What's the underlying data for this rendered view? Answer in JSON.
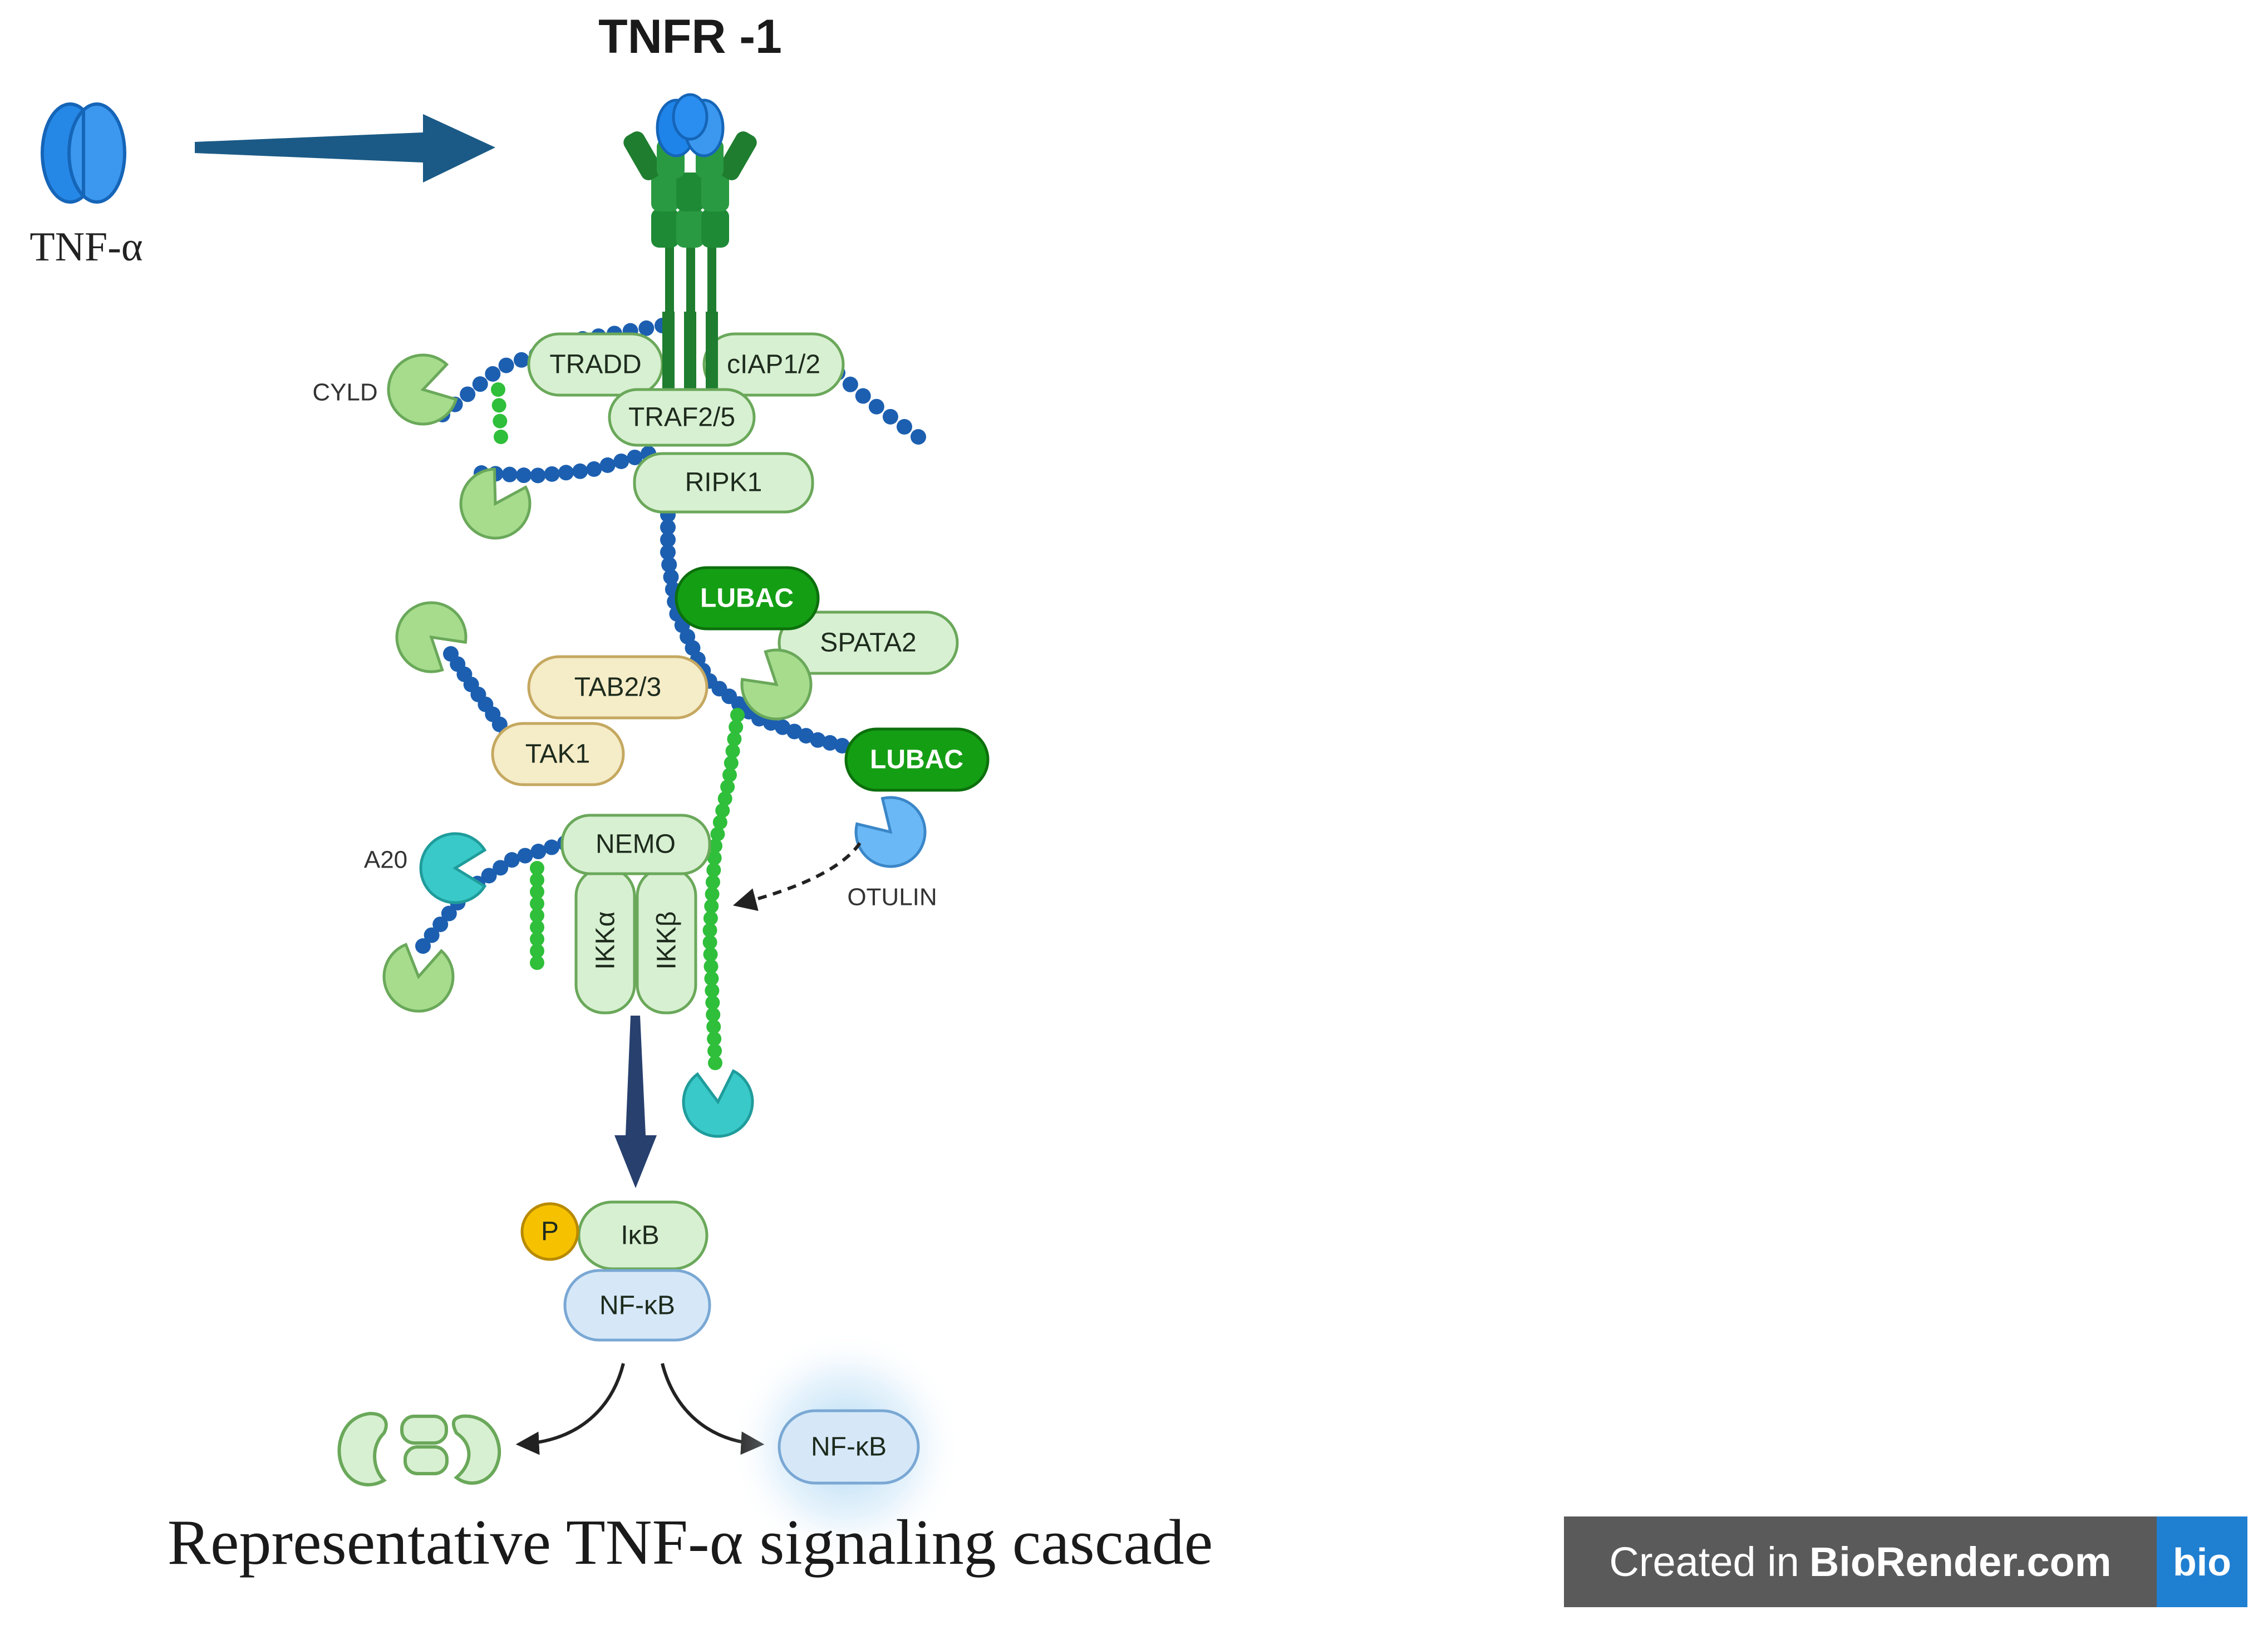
{
  "title": "TNFR -1",
  "ligand_label": "TNF-α",
  "caption": "Representative TNF-α signaling cascade",
  "proteins": {
    "tradd": "TRADD",
    "ciap": "cIAP1/2",
    "traf": "TRAF2/5",
    "ripk1": "RIPK1",
    "lubac_1": "LUBAC",
    "spata2": "SPATA2",
    "tab": "TAB2/3",
    "tak1": "TAK1",
    "lubac_2": "LUBAC",
    "nemo": "NEMO",
    "ikka": "IKKα",
    "ikkb": "IKKβ",
    "phospho": "P",
    "ikb": "IκB",
    "nfkb": "NF-κB",
    "nfkb_free": "NF-κB"
  },
  "enzymes": {
    "cyld": "CYLD",
    "a20": "A20",
    "otulin": "OTULIN"
  },
  "badge": {
    "prefix": "Created in",
    "brand": "BioRender.com",
    "logo": "bio"
  },
  "colors": {
    "ubiquitin_k63": "#1c5fb0",
    "ubiquitin_m1": "#2fbf3a",
    "lubac": "#149e14",
    "pale_green": "#d8f0d2",
    "pale_yellow": "#f5ecc8",
    "pale_blue": "#d6e8f8",
    "receptor": "#1e7d2f",
    "tnf": "#2688e6",
    "arrow": "#1b5a86"
  }
}
